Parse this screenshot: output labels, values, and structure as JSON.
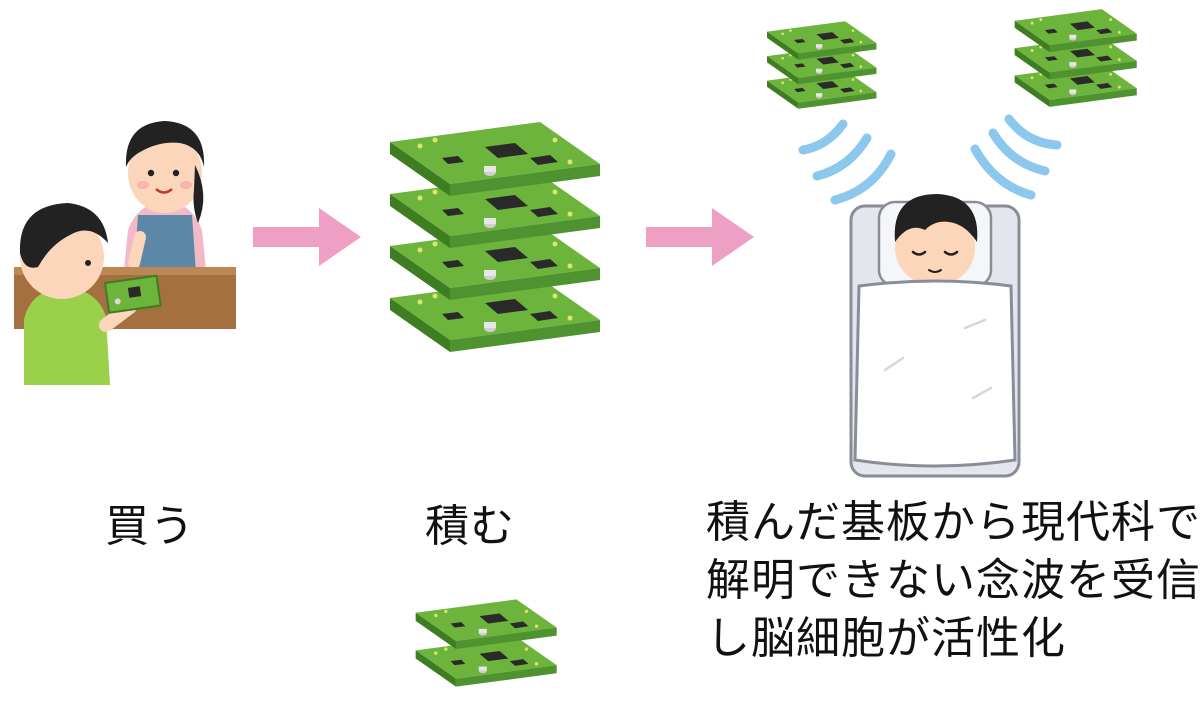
{
  "steps": [
    {
      "label": "買う"
    },
    {
      "label": "積む"
    }
  ],
  "result": {
    "lines": [
      "積んだ基板から現代科で",
      "解明できない念波を受信",
      "し脳細胞が活性化"
    ]
  },
  "colors": {
    "arrow": "#ee9fc4",
    "board": "#6db43d",
    "board_dark": "#3f7d22",
    "chip": "#2a2a2a",
    "wave": "#8cc7ee",
    "shirt_child": "#9ad04a",
    "apron": "#5d87a6",
    "counter": "#a4703f"
  },
  "icons": [
    "shop-scene-icon",
    "arrow-right-icon",
    "circuit-board-stack-icon",
    "radio-wave-icon",
    "sleeping-person-icon"
  ]
}
